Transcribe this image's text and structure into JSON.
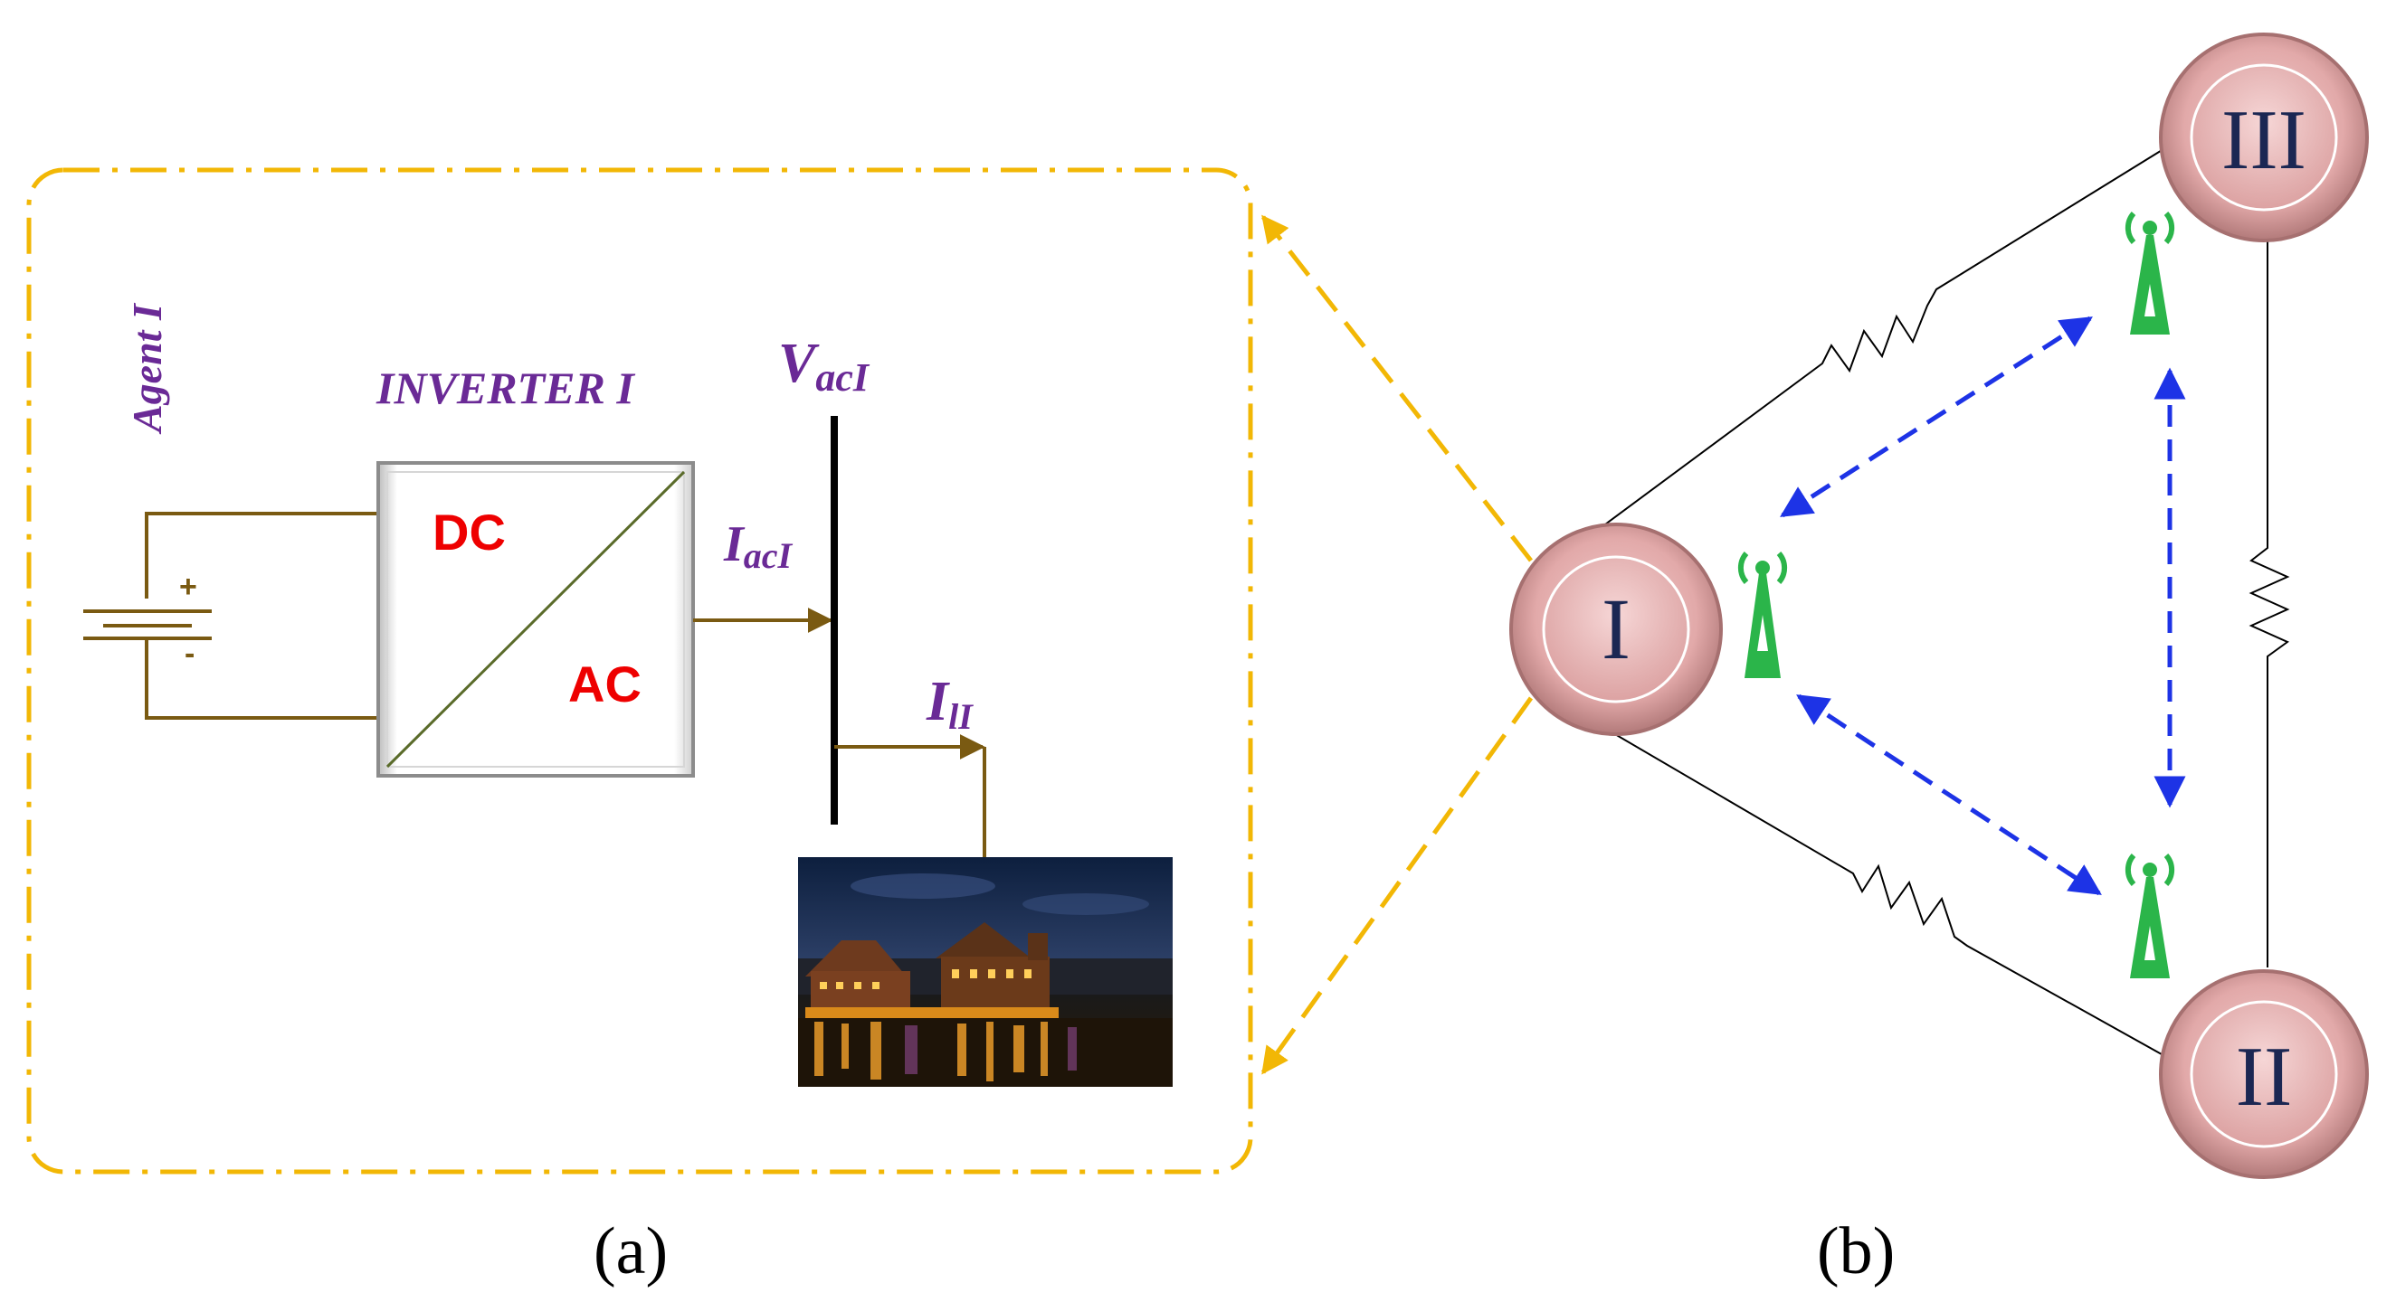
{
  "panel_a": {
    "agent_label": "Agent I",
    "inverter_label": "INVERTER I",
    "dc_label": "DC",
    "ac_label": "AC",
    "battery_plus": "+",
    "battery_minus": "-",
    "bus_voltage": {
      "main": "V",
      "sub": "acI"
    },
    "inverter_current": {
      "main": "I",
      "sub": "acI"
    },
    "load_current": {
      "main": "I",
      "sub": "lI"
    },
    "caption": "(a)"
  },
  "panel_b": {
    "node_1": "I",
    "node_2": "II",
    "node_3": "III",
    "caption": "(b)"
  },
  "colors": {
    "wire": "#7a5a12",
    "label_purple": "#6a2a96",
    "dc_ac_red": "#ee0000",
    "dashed_box": "#f2b705",
    "comm_blue": "#1d33e6",
    "tower_green": "#2bb54a",
    "node_fill": "#e6b3b3",
    "node_text": "#1b2753"
  }
}
